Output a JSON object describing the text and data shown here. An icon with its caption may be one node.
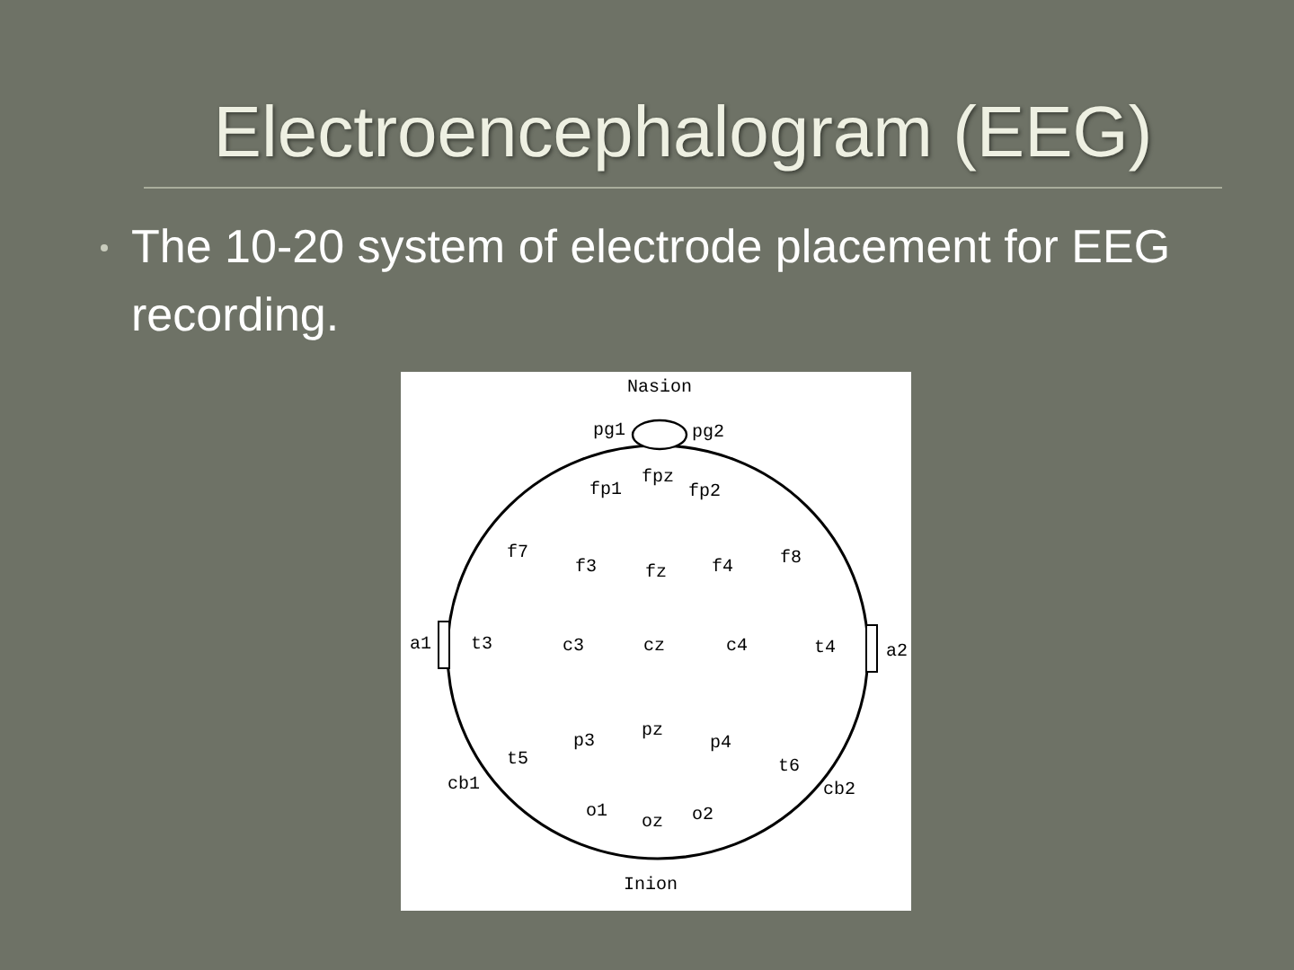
{
  "diagram": {
    "title": "Electroencephalogram (EEG)",
    "labels": [
      "The 10-20 system of electrode placement for EEG recording.",
      "Nasion",
      "pg1",
      "pg2",
      "fpz",
      "fp1",
      "fp2",
      "f7",
      "f8",
      "f3",
      "fz",
      "f4",
      "a1",
      "t3",
      "c3",
      "cz",
      "c4",
      "t4",
      "a2",
      "pz",
      "p3",
      "p4",
      "t5",
      "t6",
      "cb1",
      "cb2",
      "o1",
      "oz",
      "o2",
      "Inion"
    ]
  }
}
